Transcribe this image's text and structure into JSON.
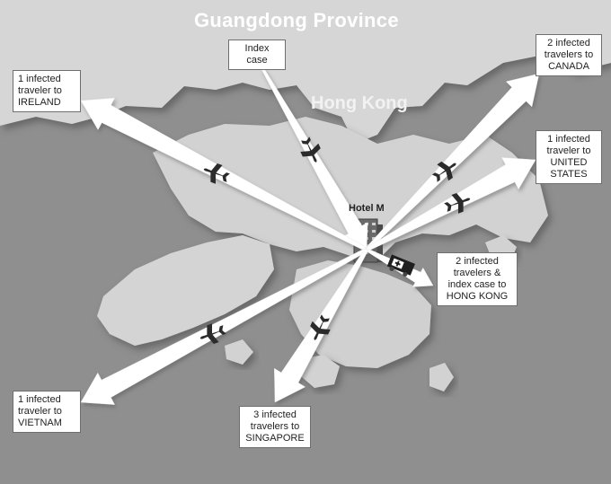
{
  "map": {
    "region_province": "Guangdong Province",
    "region_city": "Hong Kong",
    "hotel_label": "Hotel M"
  },
  "callouts": {
    "index_case": [
      "Index",
      "case"
    ],
    "ireland": [
      "1 infected",
      "traveler to",
      "IRELAND"
    ],
    "canada": [
      "2 infected",
      "travelers to",
      "CANADA"
    ],
    "united_states": [
      "1 infected",
      "traveler to",
      "UNITED",
      "STATES"
    ],
    "hong_kong": [
      "2 infected",
      "travelers &",
      "index case to",
      "HONG KONG"
    ],
    "vietnam": [
      "1 infected",
      "traveler to",
      "VIETNAM"
    ],
    "singapore": [
      "3 infected",
      "travelers to",
      "SINGAPORE"
    ]
  },
  "icons": {
    "airplane": "airplane-icon",
    "hotel": "hotel-building-icon",
    "ambulance": "ambulance-icon"
  },
  "colors": {
    "sea": "#8f8f8f",
    "land": "#d4d4d4",
    "arrow": "#ffffff",
    "text_white": "#ffffff"
  }
}
